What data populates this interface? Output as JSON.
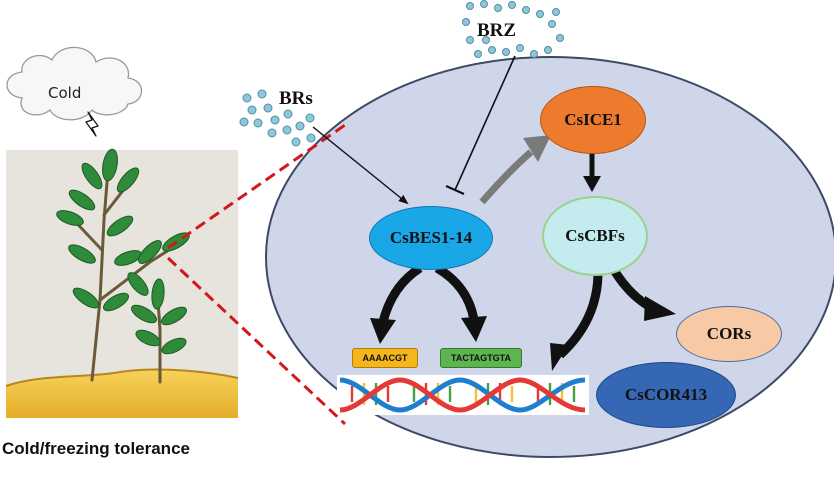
{
  "stimulus": {
    "label": "Cold"
  },
  "plant": {
    "caption": "Cold/freezing tolerance"
  },
  "hormones": {
    "brs": "BRs",
    "brz": "BRZ"
  },
  "nodes": {
    "bes": "CsBES1-14",
    "ice": "CsICE1",
    "cbfs": "CsCBFs",
    "cors": "CORs",
    "cor413": "CsCOR413"
  },
  "dna": {
    "seq1": "AAAACGT",
    "seq2": "TACTAGTGTA"
  },
  "colors": {
    "cell": "#cfd6ea",
    "bes": "#1aa7e8",
    "ice": "#ee7a2e",
    "cbfs": "#c4ecee",
    "cors": "#f7c9a5",
    "cor413": "#3667b5",
    "seq1": "#f5b51c",
    "seq2": "#5cb54e",
    "zoom": "#d11919"
  }
}
